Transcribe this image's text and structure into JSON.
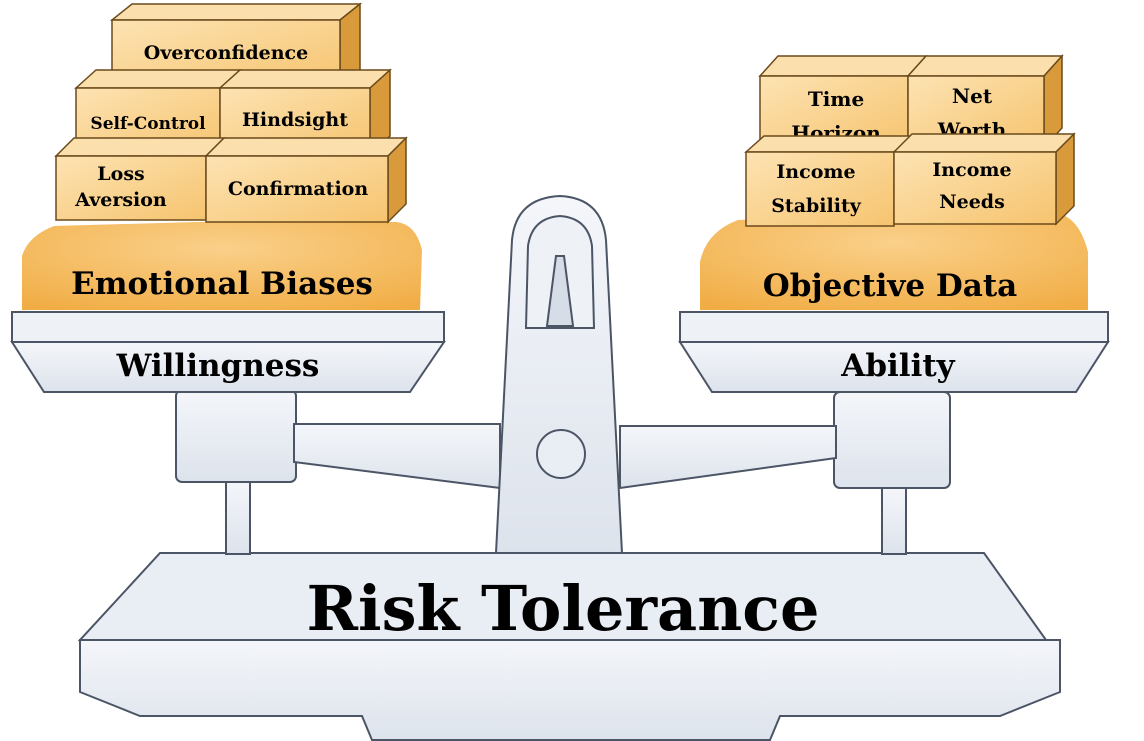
{
  "base_label": "Risk Tolerance",
  "left": {
    "pan_label": "Willingness",
    "pile_label": "Emotional Biases",
    "blocks": {
      "overconfidence": "Overconfidence",
      "self_control": "Self-Control",
      "hindsight": "Hindsight",
      "loss_aversion": [
        "Loss",
        "Aversion"
      ],
      "confirmation": "Confirmation"
    }
  },
  "right": {
    "pan_label": "Ability",
    "pile_label": "Objective Data",
    "blocks": {
      "time_horizon": [
        "Time",
        "Horizon"
      ],
      "net_worth": [
        "Net",
        "Worth"
      ],
      "income_stability": [
        "Income",
        "Stability"
      ],
      "income_needs": [
        "Income",
        "Needs"
      ]
    }
  },
  "colors": {
    "metal": "#e6ebf3",
    "metal_shade": "#c9d1de",
    "outline": "#4b5566",
    "block_front": "#f9cf83",
    "block_top": "#fbe0ad",
    "block_side": "#d99a3c",
    "pile": "#f5bb59"
  }
}
